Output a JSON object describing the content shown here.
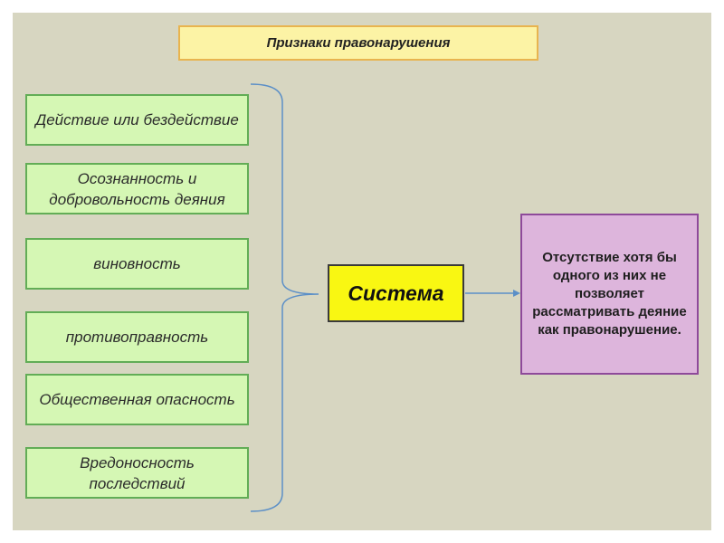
{
  "title": "Признаки правонарушения",
  "signs": [
    {
      "text": "Действие или бездействие"
    },
    {
      "text": "Осознанность и добровольность деяния"
    },
    {
      "text": "виновность"
    },
    {
      "text": "противоправность"
    },
    {
      "text": "Общественная опасность"
    },
    {
      "text": "Вредоносность последствий"
    }
  ],
  "center": "Система",
  "conclusion": "Отсутствие хотя бы одного из них не позволяет рассматривать деяние как правонарушение.",
  "colors": {
    "background": "#d7d6c1",
    "title_fill": "#fcf3a5",
    "sign_fill": "#d5f7b4",
    "center_fill": "#f9f712",
    "conclusion_fill": "#ddb5dc",
    "connector": "#5b8fc7"
  }
}
